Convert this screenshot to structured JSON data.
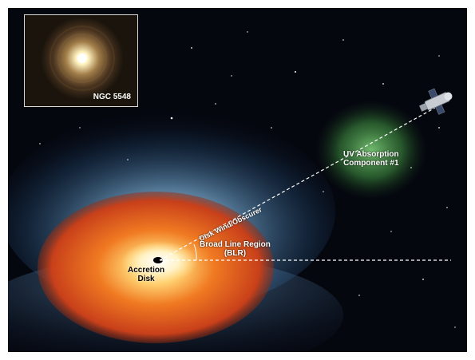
{
  "labels": {
    "inset_title": "NGC 5548",
    "uv_line1": "UV Absorption",
    "uv_line2": "Component #1",
    "wind": "Disk Wind/Obscurer",
    "blr_line1": "Broad Line Region",
    "blr_line2": "(BLR)",
    "disk_line1": "Accretion",
    "disk_line2": "Disk"
  },
  "colors": {
    "space": "#05070f",
    "blr_orange": "#e8631c",
    "wind_blue": "#8fc4e8",
    "cloud_green": "#5fb05a",
    "disk_core": "#fff6d6"
  }
}
